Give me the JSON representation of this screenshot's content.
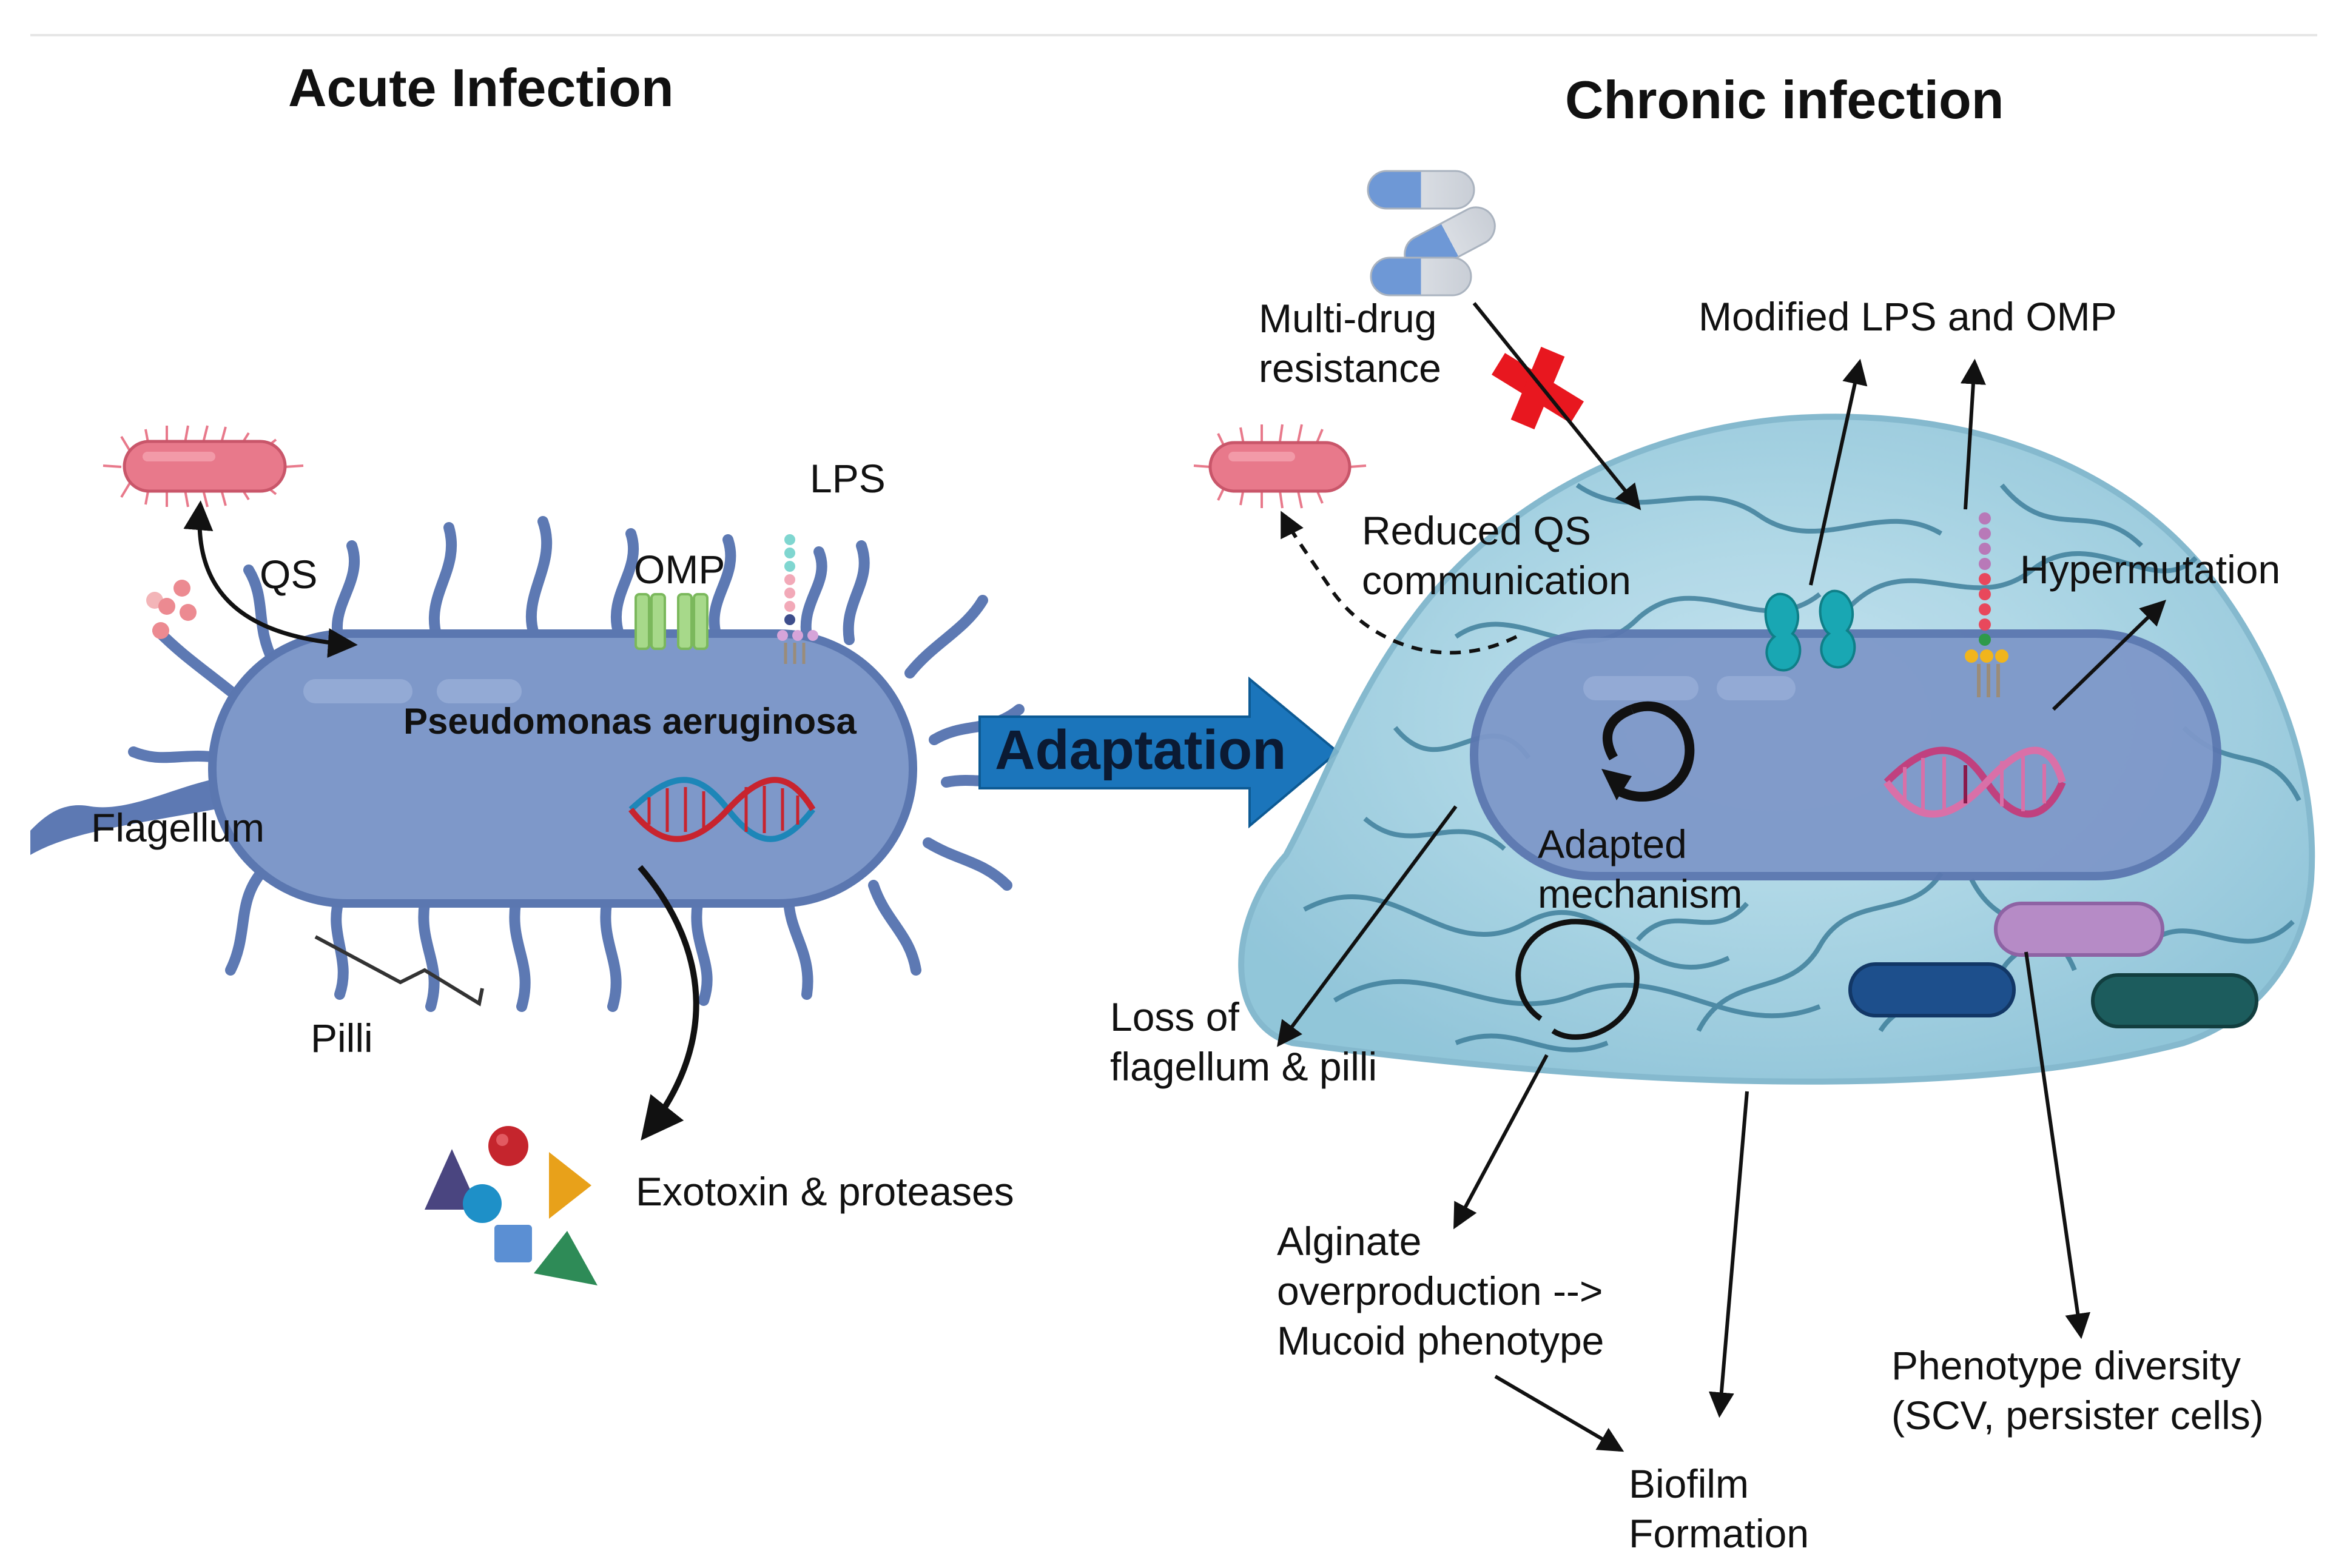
{
  "titles": {
    "acute": "Acute Infection",
    "chronic": "Chronic infection"
  },
  "acute": {
    "organism": "Pseudomonas aeruginosa",
    "qs": "QS",
    "omp": "OMP",
    "lps": "LPS",
    "flagellum": "Flagellum",
    "pilli": "Pilli",
    "exotoxin": "Exotoxin & proteases"
  },
  "transition": {
    "label": "Adaptation"
  },
  "chronic": {
    "multidrug_line1": "Multi-drug",
    "multidrug_line2": "resistance",
    "modified": "Modified LPS and OMP",
    "reduced_qs_line1": "Reduced QS",
    "reduced_qs_line2": "communication",
    "hypermutation": "Hypermutation",
    "adapted_line1": "Adapted",
    "adapted_line2": "mechanism",
    "loss_line1": "Loss of",
    "loss_line2": "flagellum & pilli",
    "alginate_line1": "Alginate",
    "alginate_line2": "overproduction -->",
    "alginate_line3": "Mucoid phenotype",
    "biofilm_line1": "Biofilm",
    "biofilm_line2": "Formation",
    "phenotype_line1": "Phenotype diversity",
    "phenotype_line2": "(SCV, persister cells)"
  },
  "colors": {
    "bacterium_body": "#7e98c9",
    "bacterium_outline": "#5b77b0",
    "biofilm_fill": "#a9d3e3",
    "adaptation_arrow": "#1b75bb",
    "small_bacterium": "#e8798b",
    "block_x": "#e8171f"
  }
}
